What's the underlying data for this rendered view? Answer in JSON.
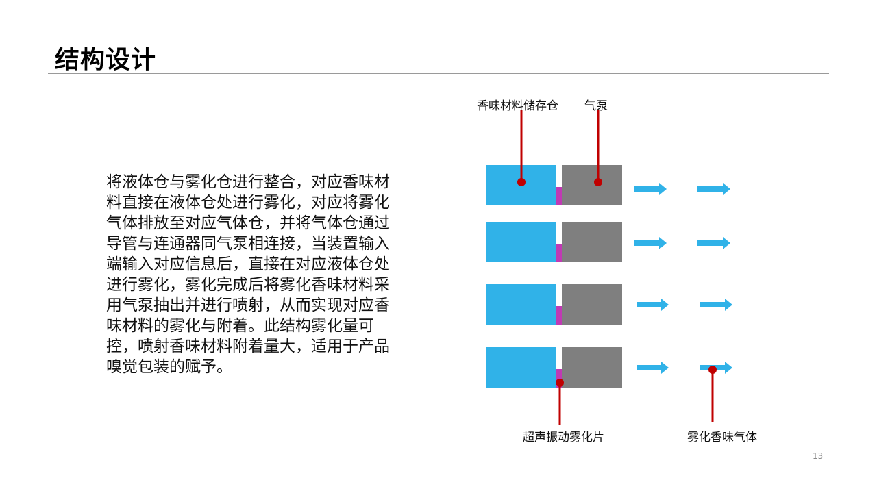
{
  "slide": {
    "title": "结构设计",
    "page_number": "13"
  },
  "content": {
    "paragraph": "将液体仓与雾化仓进行整合，对应香味材料直接在液体仓处进行雾化，对应将雾化气体排放至对应气体仓，并将气体仓通过导管与连通器同气泵相连接，当装置输入端输入对应信息后，直接在对应液体仓处进行雾化，雾化完成后将雾化香味材料采用气泵抽出并进行喷射，从而实现对应香味材料的雾化与附着。此结构雾化量可控，喷射香味材料附着量大，适用于产品嗅觉包装的赋予。"
  },
  "diagram": {
    "labels": {
      "storage": "香味材料储存仓",
      "pump": "气泵",
      "atomizer": "超声振动雾化片",
      "gas": "雾化香味气体"
    },
    "colors": {
      "liquid_chamber": "#30b2e8",
      "pump_chamber": "#7f7f7f",
      "atomizer_sheet": "#c03ab4",
      "arrow": "#30b2e8",
      "pointer": "#c00000"
    },
    "unit_count": 4
  }
}
